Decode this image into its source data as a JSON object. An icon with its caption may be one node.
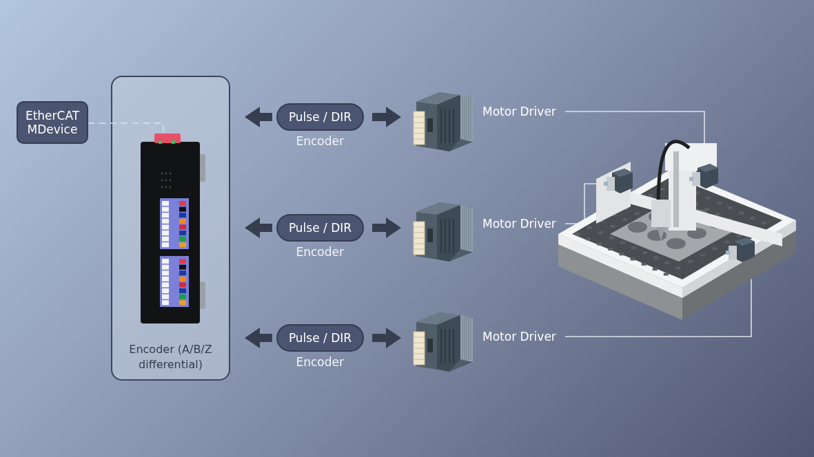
{
  "diagram": {
    "nodes": [
      {
        "text": [
          "EtherCAT MDevice"
        ]
      },
      {
        "text": [
          "Encoder (A/B/Z differential)"
        ]
      },
      {
        "text": [],
        "shape": "picture",
        "in": 1
      },
      {
        "text": [
          "Pulse / DIR"
        ],
        "beside": [
          "Encoder"
        ]
      },
      {
        "text": [],
        "shape": "picture"
      },
      {
        "text": [
          "Pulse / DIR"
        ],
        "beside": [
          "Encoder"
        ]
      },
      {
        "text": [],
        "shape": "picture"
      },
      {
        "text": [
          "Pulse / DIR"
        ],
        "beside": [
          "Encoder"
        ]
      },
      {
        "text": [],
        "shape": "picture"
      },
      {
        "text": [
          "Motor Driver"
        ]
      },
      {
        "text": [
          "Motor Driver"
        ]
      },
      {
        "text": [
          "Motor Driver"
        ]
      },
      {
        "text": [],
        "shape": "picture"
      },
      {
        "text": [],
        "shape": "picture",
        "in": 12
      },
      {
        "text": [],
        "shape": "picture",
        "in": 12
      },
      {
        "text": [],
        "shape": "picture",
        "in": 12
      }
    ],
    "edges": [
      {
        "from": 0,
        "to": 2,
        "arrow": "none",
        "style": "dashed",
        "color": "#dde2ea"
      },
      {
        "from": 3,
        "to": 1,
        "arrow": "to"
      },
      {
        "from": 3,
        "to": 4,
        "arrow": "to"
      },
      {
        "from": 5,
        "to": 1,
        "arrow": "to"
      },
      {
        "from": 5,
        "to": 6,
        "arrow": "to"
      },
      {
        "from": 7,
        "to": 1,
        "arrow": "to"
      },
      {
        "from": 7,
        "to": 8,
        "arrow": "to"
      },
      {
        "from": 9,
        "to": 13,
        "arrow": "none",
        "color": "#dde2ea"
      },
      {
        "from": 10,
        "to": 14,
        "arrow": "none",
        "color": "#dde2ea"
      },
      {
        "from": 11,
        "to": 15,
        "arrow": "none",
        "color": "#dde2ea"
      }
    ]
  }
}
